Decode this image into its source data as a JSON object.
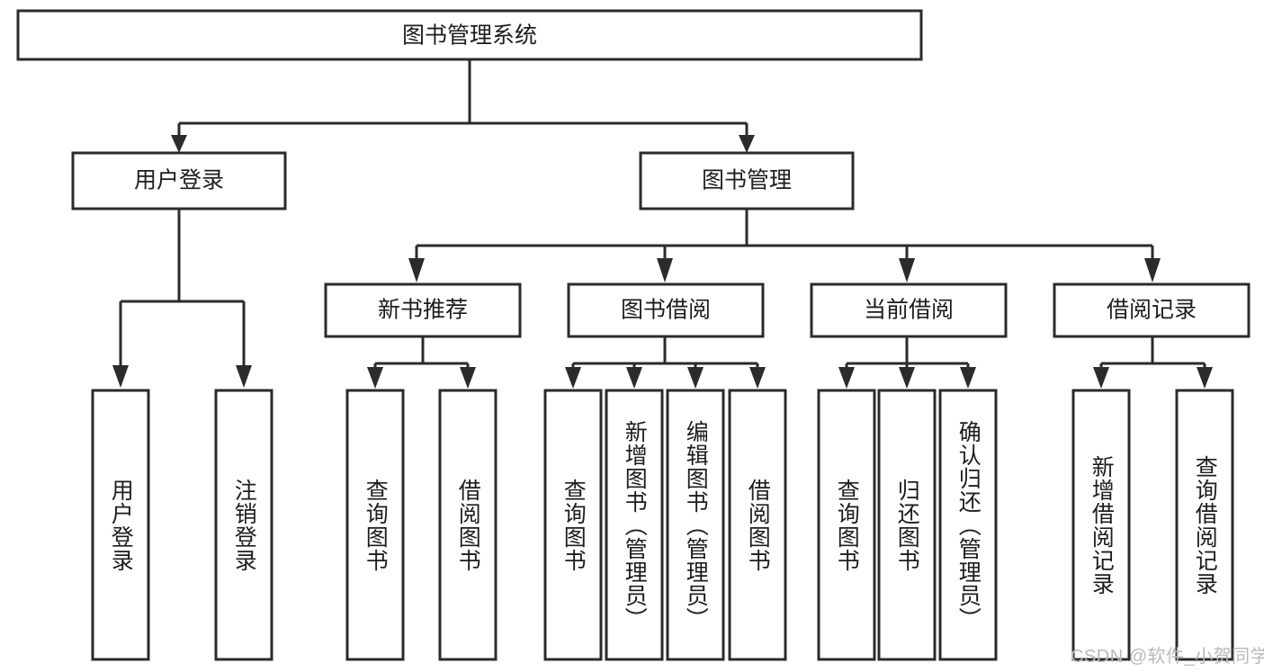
{
  "diagram": {
    "type": "tree-hierarchy-chart",
    "title": "图书管理系统",
    "background_color": "#ffffff",
    "line_color": "#2b2b2b",
    "box_fill": "#ffffff",
    "text_color": "#1d1d1d"
  },
  "root": {
    "label": "图书管理系统"
  },
  "level2": [
    {
      "id": "user-login",
      "label": "用户登录"
    },
    {
      "id": "book-management",
      "label": "图书管理"
    }
  ],
  "level3": [
    {
      "id": "new-book-recommend",
      "label": "新书推荐",
      "parent": "book-management"
    },
    {
      "id": "book-borrow",
      "label": "图书借阅",
      "parent": "book-management"
    },
    {
      "id": "current-borrow",
      "label": "当前借阅",
      "parent": "book-management"
    },
    {
      "id": "borrow-record",
      "label": "借阅记录",
      "parent": "book-management"
    }
  ],
  "leaves": [
    {
      "id": "leaf-user-login",
      "label": "用户登录",
      "parent": "user-login"
    },
    {
      "id": "leaf-user-logout",
      "label": "注销登录",
      "parent": "user-login"
    },
    {
      "id": "leaf-query-book-1",
      "label": "查询图书",
      "parent": "new-book-recommend"
    },
    {
      "id": "leaf-borrow-book-1",
      "label": "借阅图书",
      "parent": "new-book-recommend"
    },
    {
      "id": "leaf-query-book-2",
      "label": "查询图书",
      "parent": "book-borrow"
    },
    {
      "id": "leaf-add-book",
      "label": "新增图书（管理员）",
      "parent": "book-borrow"
    },
    {
      "id": "leaf-edit-book",
      "label": "编辑图书（管理员）",
      "parent": "book-borrow"
    },
    {
      "id": "leaf-borrow-book-2",
      "label": "借阅图书",
      "parent": "book-borrow"
    },
    {
      "id": "leaf-query-book-3",
      "label": "查询图书",
      "parent": "current-borrow"
    },
    {
      "id": "leaf-return-book",
      "label": "归还图书",
      "parent": "current-borrow"
    },
    {
      "id": "leaf-confirm-return",
      "label": "确认归还（管理员）",
      "parent": "current-borrow"
    },
    {
      "id": "leaf-add-record",
      "label": "新增借阅记录",
      "parent": "borrow-record"
    },
    {
      "id": "leaf-query-record",
      "label": "查询借阅记录",
      "parent": "borrow-record"
    }
  ],
  "watermark": {
    "text": "CSDN @软件_小贺同学"
  }
}
